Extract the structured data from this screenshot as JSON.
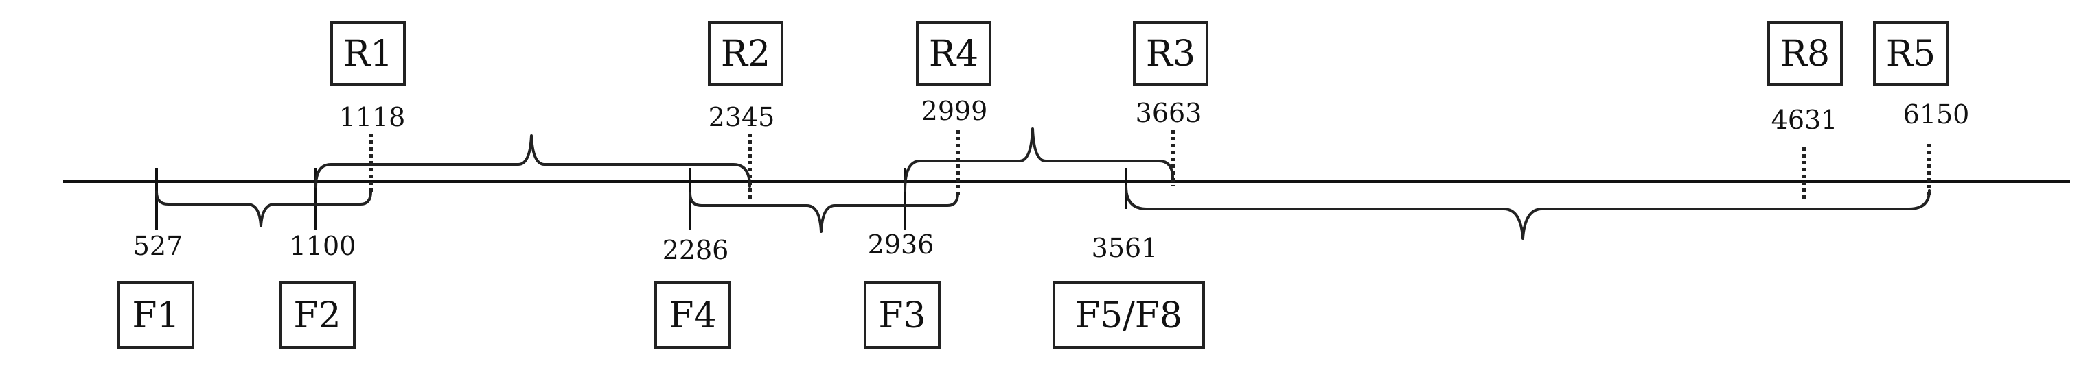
{
  "forward": [
    {
      "label": "F1",
      "position": "527"
    },
    {
      "label": "F2",
      "position": "1100"
    },
    {
      "label": "F4",
      "position": "2286"
    },
    {
      "label": "F3",
      "position": "2936"
    },
    {
      "label": "F5/F8",
      "position": "3561"
    }
  ],
  "reverse": [
    {
      "label": "R1",
      "position": "1118"
    },
    {
      "label": "R2",
      "position": "2345"
    },
    {
      "label": "R4",
      "position": "2999"
    },
    {
      "label": "R3",
      "position": "3663"
    },
    {
      "label": "R8",
      "position": "4631"
    },
    {
      "label": "R5",
      "position": "6150"
    }
  ]
}
